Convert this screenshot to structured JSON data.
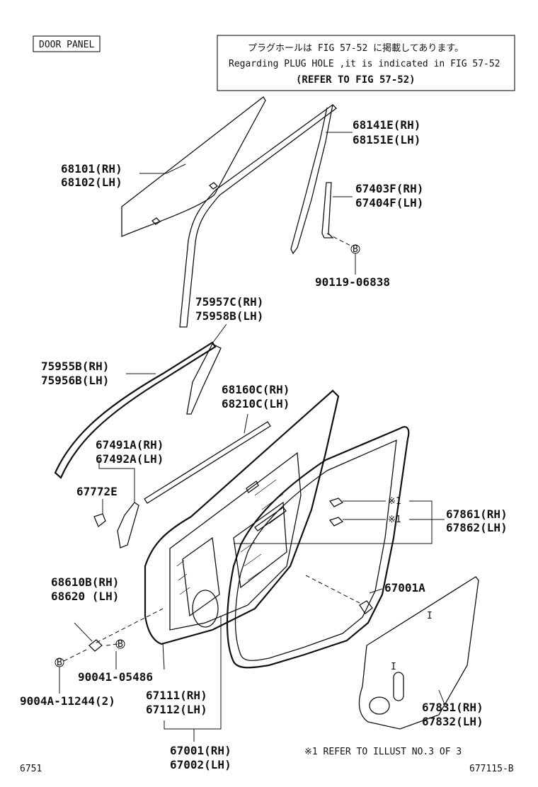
{
  "header": {
    "door_panel_label": "DOOR PANEL",
    "note_line1": "プラグホールは FIG 57-52 に掲載してあります。",
    "note_line2": "Regarding PLUG HOLE ,it is indicated in FIG 57-52",
    "note_line3": "(REFER TO FIG 57-52)"
  },
  "parts": {
    "p68141": [
      "68141E(RH)",
      "68151E(LH)"
    ],
    "p68101": [
      "68101(RH)",
      "68102(LH)"
    ],
    "p67403": [
      "67403F(RH)",
      "67404F(LH)"
    ],
    "p90119": "90119-06838",
    "p75957": [
      "75957C(RH)",
      "75958B(LH)"
    ],
    "p75955": [
      "75955B(RH)",
      "75956B(LH)"
    ],
    "p68160": [
      "68160C(RH)",
      "68210C(LH)"
    ],
    "p67491": [
      "67491A(RH)",
      "67492A(LH)"
    ],
    "p67772": "67772E",
    "p67861": [
      "67861(RH)",
      "67862(LH)"
    ],
    "ref1a": "※1",
    "ref1b": "※1",
    "p68610": [
      "68610B(RH)",
      "68620 (LH)"
    ],
    "p67001A": "67001A",
    "p90041": "90041-05486",
    "p9004A": "9004A-11244(2)",
    "p67111": [
      "67111(RH)",
      "67112(LH)"
    ],
    "p67831": [
      "67831(RH)",
      "67832(LH)"
    ],
    "p67001": [
      "67001(RH)",
      "67002(LH)"
    ],
    "marker_b": "B",
    "marker_i": "I"
  },
  "footer": {
    "refer_note": "※1 REFER TO ILLUST NO.3 OF 3",
    "left_code": "6751",
    "right_code": "677115-B"
  }
}
